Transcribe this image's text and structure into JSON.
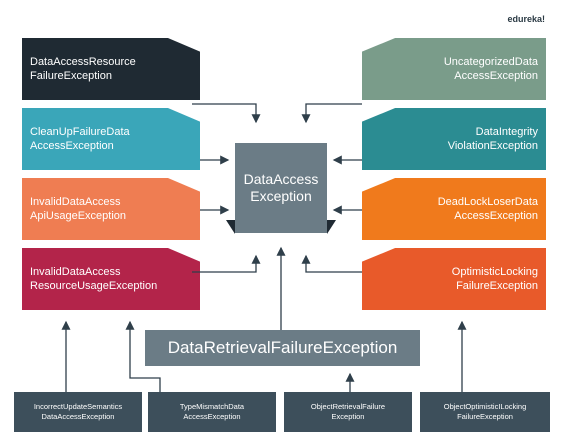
{
  "brand": "edureka!",
  "center": {
    "label": "DataAccess\nException"
  },
  "left_boxes": [
    {
      "label": "DataAccessResource\nFailureException",
      "color": "#1f2a33"
    },
    {
      "label": "CleanUpFailureData\nAccessException",
      "color": "#3aa6b9"
    },
    {
      "label": "InvalidDataAccess\nApiUsageException",
      "color": "#ef7d52"
    },
    {
      "label": "InvalidDataAccess\nResourceUsageException",
      "color": "#b3244a"
    }
  ],
  "right_boxes": [
    {
      "label": "UncategorizedData\nAccessException",
      "color": "#7a9c8a"
    },
    {
      "label": "DataIntegrity\nViolationException",
      "color": "#2b8c92"
    },
    {
      "label": "DeadLockLoserData\nAccessException",
      "color": "#f07a1c"
    },
    {
      "label": "OptimisticLocking\nFailureException",
      "color": "#e85a2a"
    }
  ],
  "retrieval": {
    "label": "DataRetrievalFailureException"
  },
  "sub_boxes": [
    {
      "label": "IncorrectUpdateSemantics\nDataAccessException"
    },
    {
      "label": "TypeMismatchData\nAccessException"
    },
    {
      "label": "ObjectRetrievalFailure\nException"
    },
    {
      "label": "ObjectOptimisticILocking\nFailureException"
    }
  ]
}
